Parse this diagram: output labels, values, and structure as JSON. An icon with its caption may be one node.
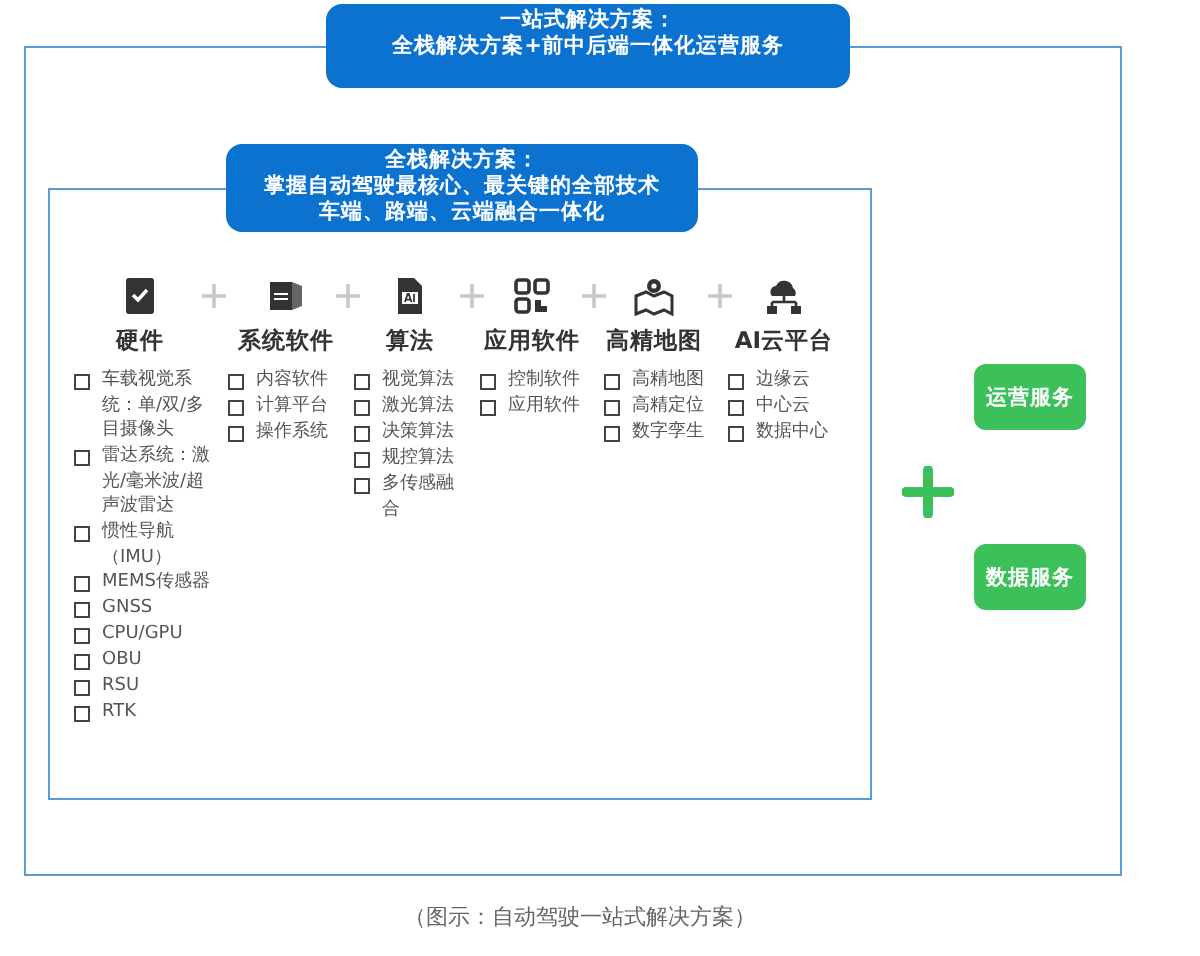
{
  "diagram": {
    "caption": "（图示：自动驾驶一站式解决方案）",
    "nodes": [
      {
        "text": [
          "一站式解决方案：",
          "全栈解决方案+前中后端一体化运营服务"
        ]
      },
      {
        "text": [
          "全栈解决方案：",
          "掌握自动驾驶最核心、最关键的全部技术",
          "车端、路端、云端融合一体化"
        ],
        "in": 0
      },
      {
        "text": [
          "运营服务"
        ],
        "in": 0
      },
      {
        "text": [
          "数据服务"
        ],
        "in": 0
      }
    ],
    "labels": [
      "硬件",
      "车载视觉系统：单/双/多目摄像头",
      "雷达系统：激光/毫米波/超声波雷达",
      "惯性导航（IMU）",
      "MEMS传感器",
      "GNSS",
      "CPU/GPU",
      "OBU",
      "RSU",
      "RTK",
      "系统软件",
      "内容软件",
      "计算平台",
      "操作系统",
      "算法",
      "视觉算法",
      "激光算法",
      "决策算法",
      "规控算法",
      "多传感融合",
      "应用软件",
      "控制软件",
      "应用软件",
      "高精地图",
      "高精地图",
      "高精定位",
      "数字孪生",
      "AI云平台",
      "边缘云",
      "中心云",
      "数据中心"
    ]
  }
}
